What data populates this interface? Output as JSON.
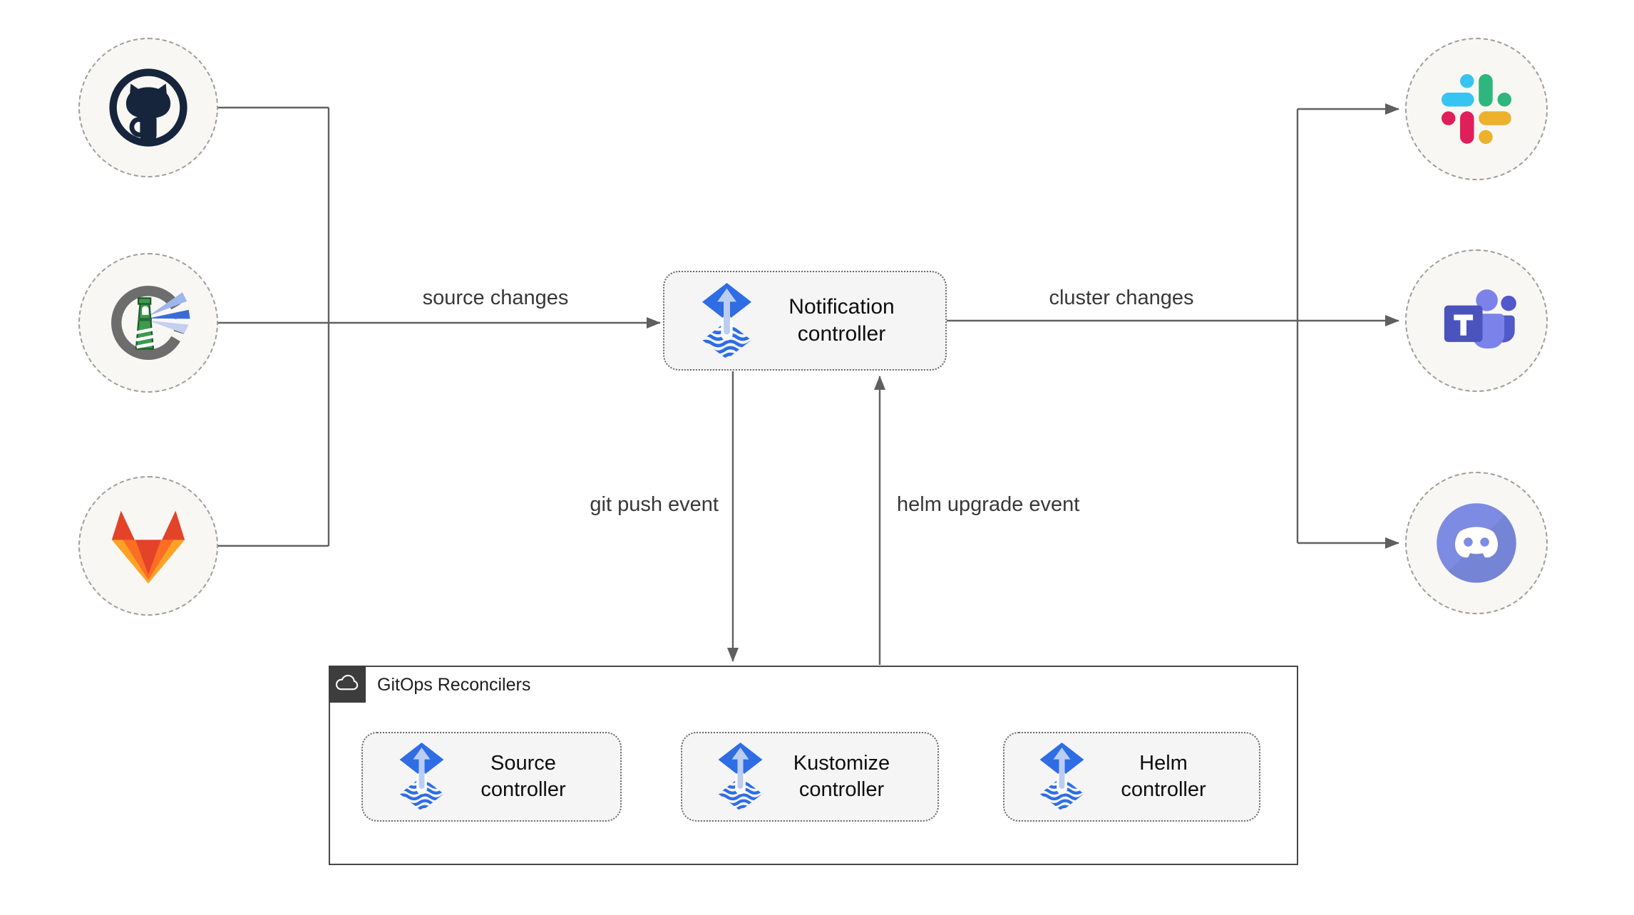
{
  "diagram": {
    "edge_labels": {
      "source_changes": "source changes",
      "cluster_changes": "cluster changes",
      "git_push": "git push event",
      "helm_upgrade": "helm upgrade event"
    },
    "nodes": {
      "notification": {
        "label": "Notification controller"
      },
      "source": {
        "label": "Source controller"
      },
      "kustomize": {
        "label": "Kustomize controller"
      },
      "helm": {
        "label": "Helm controller"
      }
    },
    "group": {
      "label": "GitOps Reconcilers"
    },
    "source_icons": [
      "github",
      "harbor-lighthouse",
      "gitlab"
    ],
    "provider_icons": [
      "slack",
      "microsoft-teams",
      "discord"
    ],
    "colors": {
      "flux_blue": "#2e6de4",
      "flux_arrow_light": "#bccdf3",
      "line_gray": "#5f5f5f",
      "node_fill": "#f8f7f4",
      "box_fill": "#f5f5f5",
      "badge_dark": "#3d3d3d",
      "github_dark": "#16253c",
      "harbor_green": "#3d9b4e",
      "gitlab_red": "#e24329",
      "gitlab_orange": "#fc6d26",
      "gitlab_yellow": "#fca326",
      "slack_blue": "#36C5F0",
      "slack_green": "#2EB67D",
      "slack_yellow": "#ECB22E",
      "slack_pink": "#E01E5A",
      "teams_purple": "#4b53bc",
      "discord_blurple": "#7d8ce2"
    }
  }
}
